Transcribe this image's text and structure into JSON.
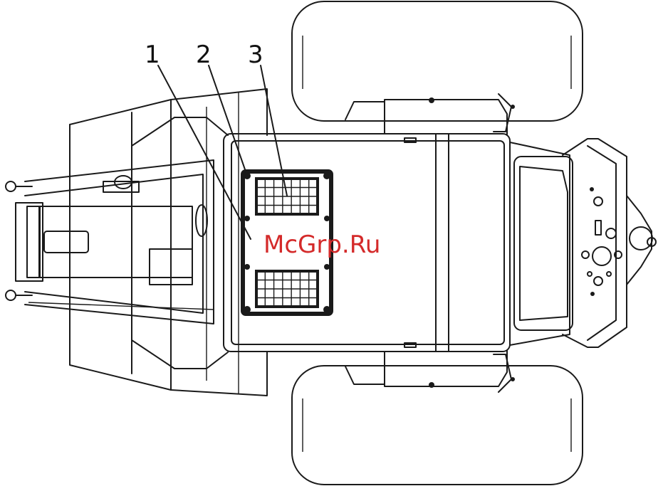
{
  "callouts": [
    {
      "number": "1"
    },
    {
      "number": "2"
    },
    {
      "number": "3"
    }
  ],
  "watermark": {
    "text": "McGrp.Ru",
    "color": "#d42a2a"
  }
}
